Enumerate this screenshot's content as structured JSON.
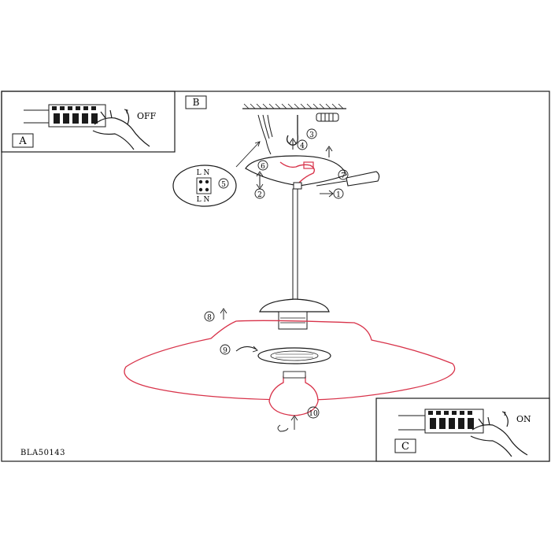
{
  "panels": {
    "a": {
      "label": "A",
      "switch_state": "OFF"
    },
    "b": {
      "label": "B"
    },
    "c": {
      "label": "C",
      "switch_state": "ON"
    }
  },
  "terminal": {
    "top": "L N",
    "bottom": "L N"
  },
  "steps": [
    "1",
    "2",
    "3",
    "4",
    "5",
    "6",
    "7",
    "8",
    "9",
    "10"
  ],
  "model_code": "BLA50143",
  "colors": {
    "line": "#1a1a1a",
    "highlight": "#d8334a",
    "background": "#ffffff"
  }
}
